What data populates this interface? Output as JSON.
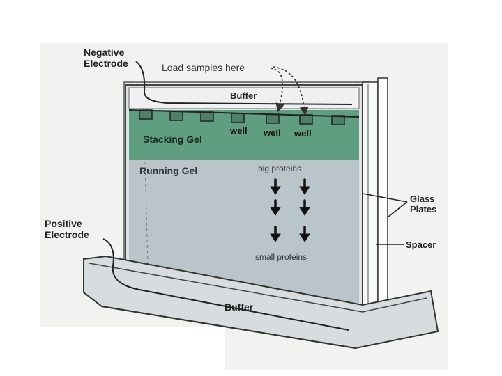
{
  "diagram": {
    "labels": {
      "negative_electrode_line1": "Negative",
      "negative_electrode_line2": "Electrode",
      "load_samples": "Load samples here",
      "buffer_top": "Buffer",
      "stacking_gel": "Stacking Gel",
      "well_1": "well",
      "well_2": "well",
      "well_3": "well",
      "running_gel": "Running Gel",
      "big_proteins": "big proteins",
      "small_proteins": "small proteins",
      "glass_plates_line1": "Glass",
      "glass_plates_line2": "Plates",
      "spacer": "Spacer",
      "positive_electrode_line1": "Positive",
      "positive_electrode_line2": "Electrode",
      "buffer_bottom": "Buffer"
    },
    "colors": {
      "stacking_gel": "#5f9e80",
      "running_gel": "#b9c4cb",
      "glass": "#e4e9ec",
      "outline": "#3a3a3a",
      "paper": "#f2f2f0"
    },
    "arrow_icon": "down-arrow-icon"
  }
}
